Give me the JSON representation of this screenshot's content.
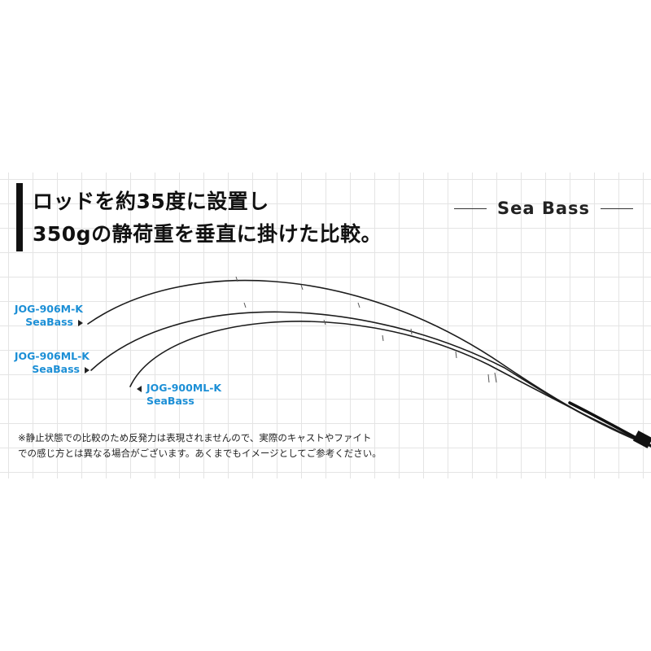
{
  "headline": {
    "line1": "ロッドを約35度に設置し",
    "line2": "350gの静荷重を垂直に掛けた比較。"
  },
  "badge": {
    "text": "Sea Bass"
  },
  "rods": [
    {
      "model": "JOG-906M-K",
      "type": "SeaBass",
      "color": "#1c1c1c"
    },
    {
      "model": "JOG-906ML-K",
      "type": "SeaBass",
      "color": "#1c1c1c"
    },
    {
      "model": "JOG-900ML-K",
      "type": "SeaBass",
      "color": "#1c1c1c"
    }
  ],
  "colors": {
    "label": "#1c8fd6",
    "text": "#111111",
    "grid": "#e4e4e4"
  },
  "note": {
    "line1": "※静止状態での比較のため反発力は表現されませんので、実際のキャストやファイト",
    "line2": "での感じ方とは異なる場合がございます。あくまでもイメージとしてご参考ください。"
  }
}
